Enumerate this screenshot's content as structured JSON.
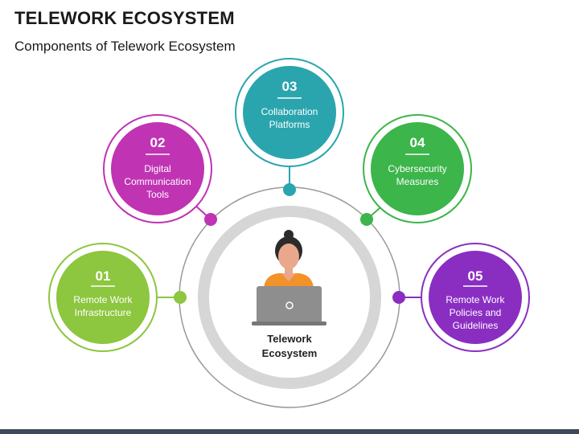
{
  "title": "TELEWORK ECOSYSTEM",
  "subtitle": "Components of Telework Ecosystem",
  "center": {
    "label": "Telework Ecosystem",
    "icon": "person-at-laptop-icon"
  },
  "nodes": [
    {
      "number": "01",
      "label": "Remote Work Infrastructure",
      "color": "#8dc63f"
    },
    {
      "number": "02",
      "label": "Digital Communication Tools",
      "color": "#c033b3"
    },
    {
      "number": "03",
      "label": "Collaboration Platforms",
      "color": "#2aa5ae"
    },
    {
      "number": "04",
      "label": "Cybersecurity Measures",
      "color": "#3cb54a"
    },
    {
      "number": "05",
      "label": "Remote Work Policies and Guidelines",
      "color": "#8a2ec2"
    }
  ],
  "colors": {
    "connector": "#b0b0b0",
    "bottom_bar": "#3d4a5c"
  }
}
